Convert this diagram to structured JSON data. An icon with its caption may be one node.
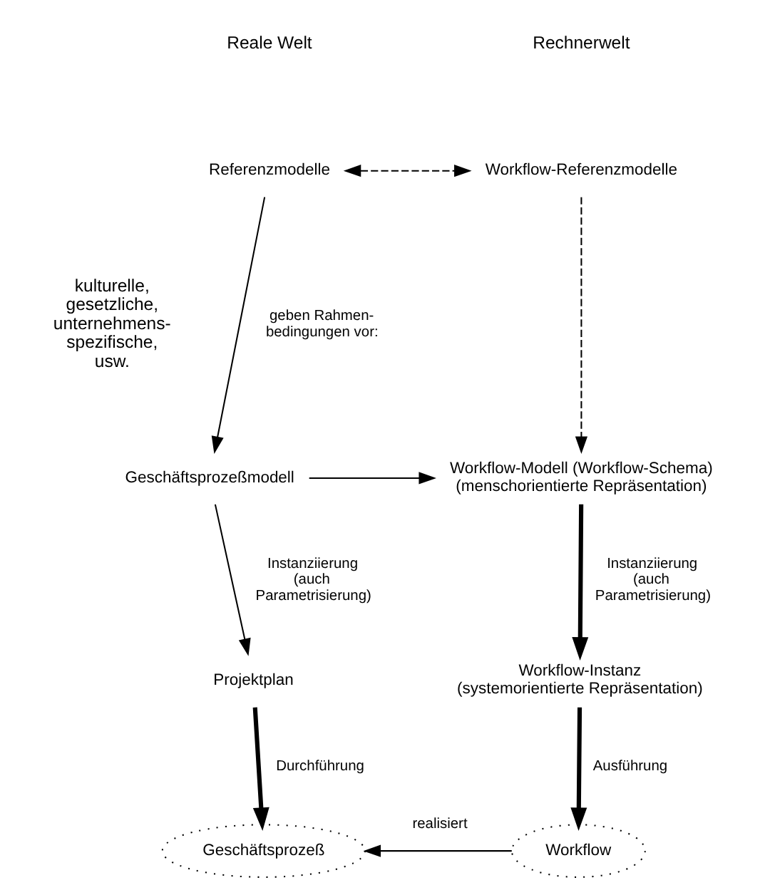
{
  "diagram": {
    "nodes": [
      {
        "text": [
          "Referenzmodelle"
        ]
      },
      {
        "text": [
          "Workflow-Referenzmodelle"
        ]
      },
      {
        "text": [
          "Geschäftsprozeßmodell"
        ]
      },
      {
        "text": [
          "Workflow-Modell (Workflow-Schema)",
          "(menschorientierte Repräsentation)"
        ]
      },
      {
        "text": [
          "Projektplan"
        ]
      },
      {
        "text": [
          "Workflow-Instanz",
          "(systemorientierte Repräsentation)"
        ]
      },
      {
        "text": [
          "Geschäftsprozeß"
        ]
      },
      {
        "text": [
          "Workflow"
        ]
      }
    ],
    "edges": [
      {
        "from": 0,
        "to": 1,
        "arrow": "both",
        "style": "dashed"
      },
      {
        "from": 0,
        "to": 2,
        "arrow": "to",
        "label": "geben Rahmen- bedingungen vor:"
      },
      {
        "from": 1,
        "to": 3,
        "arrow": "to",
        "style": "dashed"
      },
      {
        "from": 2,
        "to": 3,
        "arrow": "to"
      },
      {
        "from": 2,
        "to": 4,
        "arrow": "to",
        "label": "Instanziierung (auch Parametrisierung)"
      },
      {
        "from": 3,
        "to": 5,
        "arrow": "to",
        "label": "Instanziierung (auch Parametrisierung)",
        "style": "thick"
      },
      {
        "from": 4,
        "to": 6,
        "arrow": "to",
        "label": "Durchführung",
        "style": "thick"
      },
      {
        "from": 5,
        "to": 7,
        "arrow": "to",
        "label": "Ausführung",
        "style": "thick"
      },
      {
        "from": 7,
        "to": 6,
        "arrow": "to",
        "label": "realisiert"
      }
    ],
    "labels": [
      "Reale Welt",
      "Rechnerwelt",
      "kulturelle, gesetzliche, unternehmens- spezifische, usw."
    ]
  }
}
